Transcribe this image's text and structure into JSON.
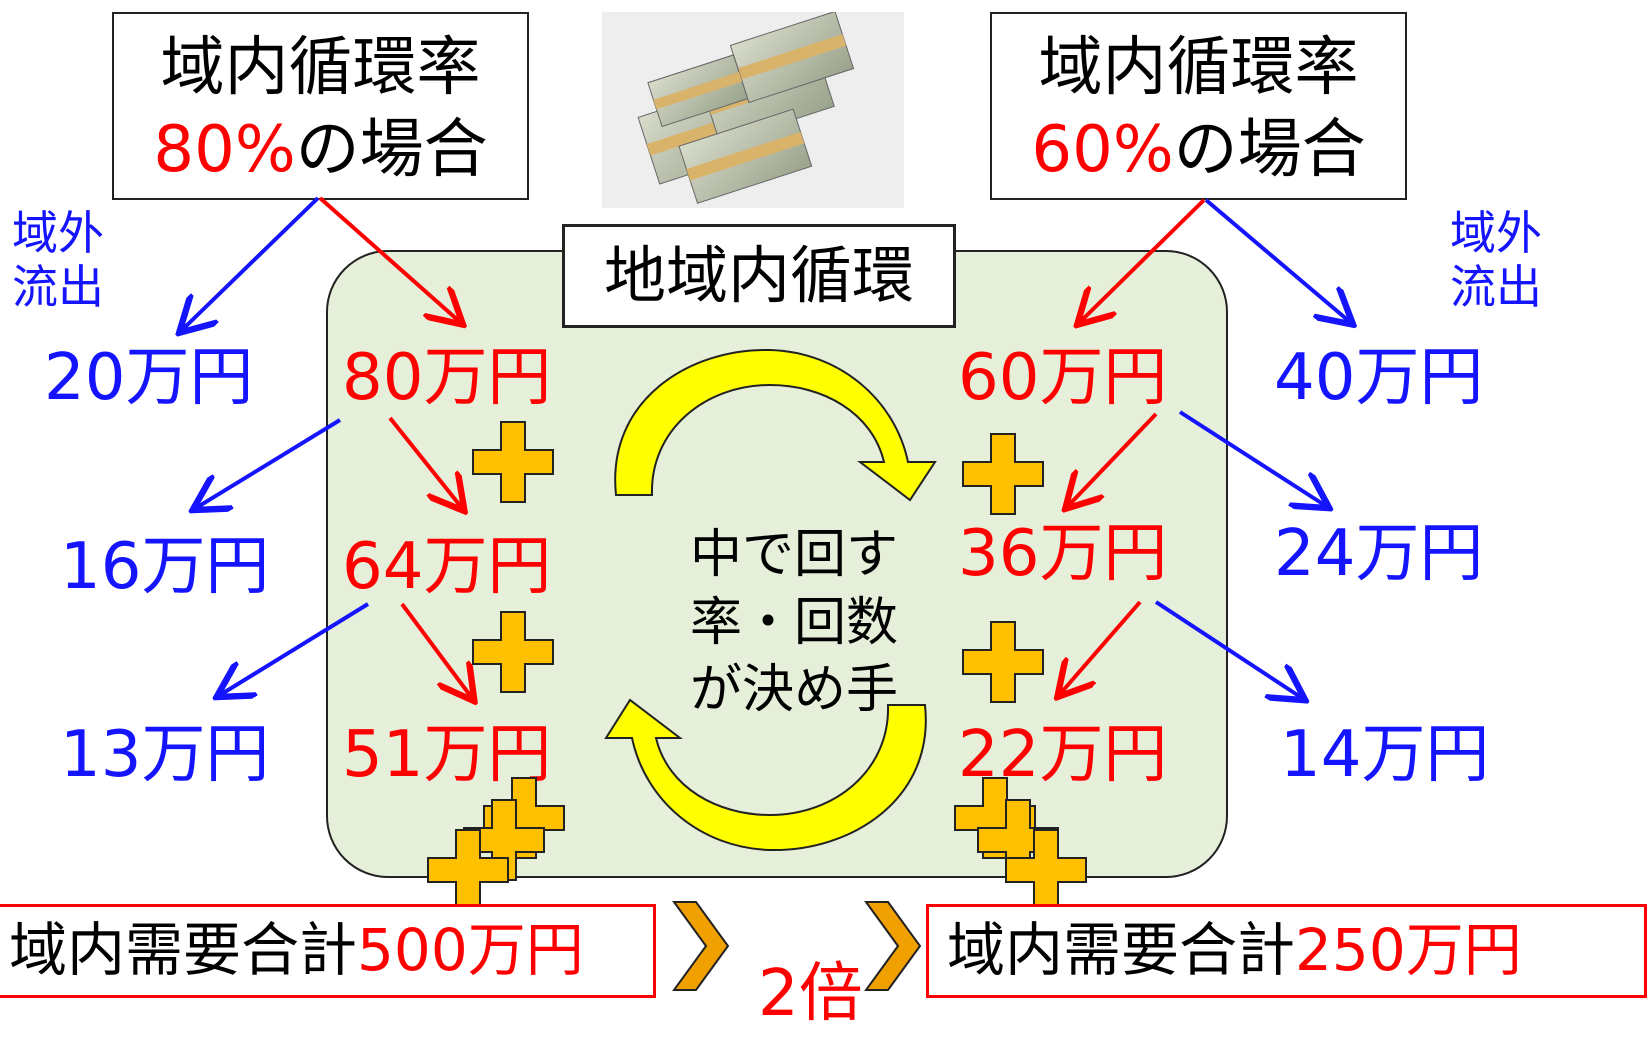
{
  "left": {
    "box_title": "域内循環率",
    "box_rate": "80%",
    "box_suffix": "の場合",
    "outflow_label": [
      "域外",
      "流出"
    ],
    "outflow": [
      "20万円",
      "16万円",
      "13万円"
    ],
    "inflow": [
      "80万円",
      "64万円",
      "51万円"
    ],
    "total_label": "域内需要合計",
    "total_value": "500万円"
  },
  "right": {
    "box_title": "域内循環率",
    "box_rate": "60%",
    "box_suffix": "の場合",
    "outflow_label": [
      "域外",
      "流出"
    ],
    "outflow": [
      "40万円",
      "24万円",
      "14万円"
    ],
    "inflow": [
      "60万円",
      "36万円",
      "22万円"
    ],
    "total_label": "域内需要合計",
    "total_value": "250万円"
  },
  "center": {
    "label": "地域内循環",
    "text": [
      "中で回す",
      "率・回数",
      "が決め手"
    ]
  },
  "ratio": "2倍",
  "colors": {
    "red": "#ff0000",
    "blue": "#1414ff",
    "region_fill": "#e6efd9",
    "plus": "#ffc000",
    "cycle_arrow": "#ffff00",
    "chevron": "#f0a000"
  },
  "icons": [
    "money-stack-image",
    "cycle-arrow-icon",
    "plus-icon",
    "chevron-right-icon"
  ]
}
